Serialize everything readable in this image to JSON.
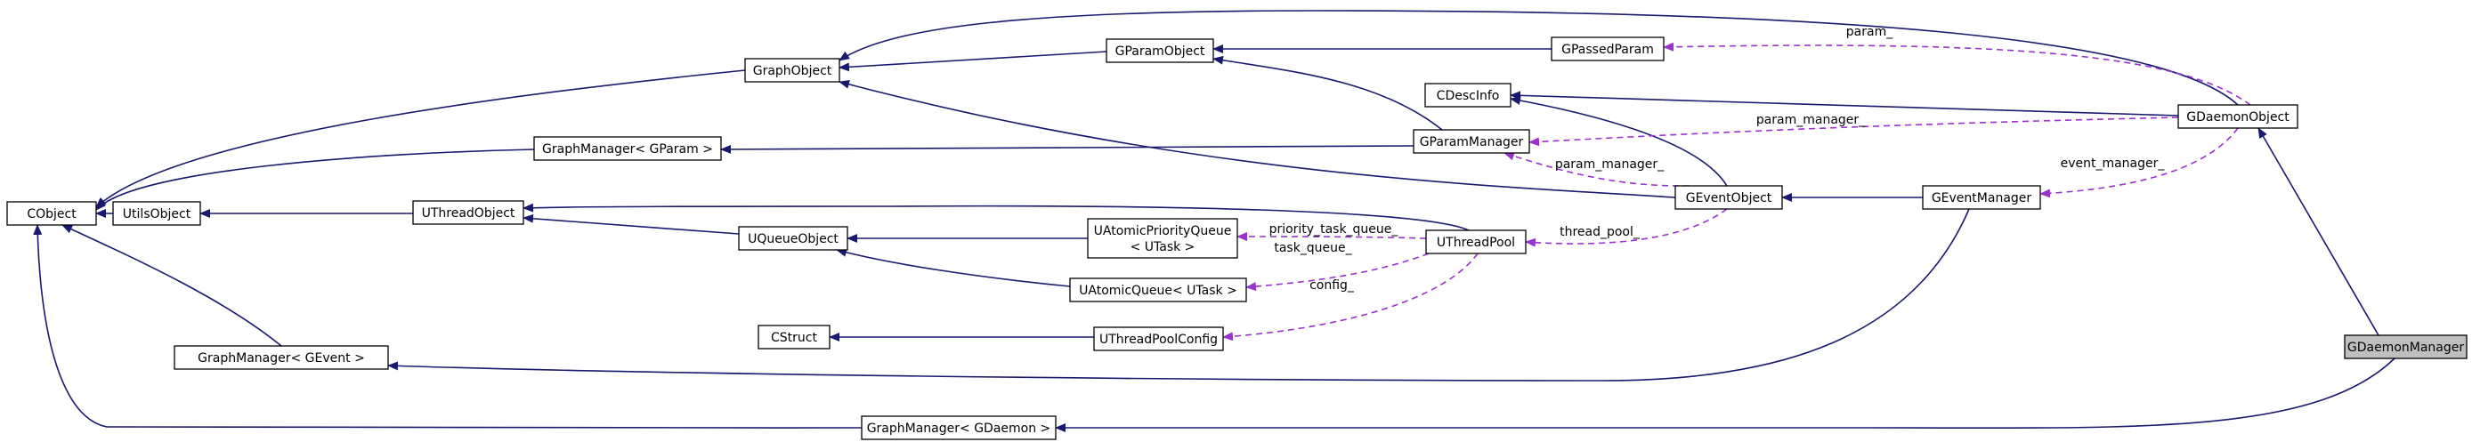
{
  "colors": {
    "inherit_edge": "#191970",
    "usage_edge": "#9a32cd",
    "focus_fill": "#bfbfbf",
    "node_fill": "#ffffff"
  },
  "nodes": [
    {
      "id": "cobject",
      "lines": [
        "CObject"
      ]
    },
    {
      "id": "utilsobject",
      "lines": [
        "UtilsObject"
      ]
    },
    {
      "id": "graphobject",
      "lines": [
        "GraphObject"
      ]
    },
    {
      "id": "gparamobject",
      "lines": [
        "GParamObject"
      ]
    },
    {
      "id": "gpassedparam",
      "lines": [
        "GPassedParam"
      ]
    },
    {
      "id": "cdescinfo",
      "lines": [
        "CDescInfo"
      ]
    },
    {
      "id": "gdaemonobject",
      "lines": [
        "GDaemonObject"
      ]
    },
    {
      "id": "graphmanager_gparam",
      "lines": [
        "GraphManager< GParam >"
      ]
    },
    {
      "id": "gparammanager",
      "lines": [
        "GParamManager"
      ]
    },
    {
      "id": "uthreadobject",
      "lines": [
        "UThreadObject"
      ]
    },
    {
      "id": "uqueueobject",
      "lines": [
        "UQueueObject"
      ]
    },
    {
      "id": "uatomicpriorityqueue",
      "lines": [
        "UAtomicPriorityQueue",
        "< UTask >"
      ]
    },
    {
      "id": "uthreadpool",
      "lines": [
        "UThreadPool"
      ]
    },
    {
      "id": "geventobject",
      "lines": [
        "GEventObject"
      ]
    },
    {
      "id": "geventmanager",
      "lines": [
        "GEventManager"
      ]
    },
    {
      "id": "uatomicqueue",
      "lines": [
        "UAtomicQueue< UTask >"
      ]
    },
    {
      "id": "cstruct",
      "lines": [
        "CStruct"
      ]
    },
    {
      "id": "uthreadpoolconfig",
      "lines": [
        "UThreadPoolConfig"
      ]
    },
    {
      "id": "graphmanager_gevent",
      "lines": [
        "GraphManager< GEvent >"
      ]
    },
    {
      "id": "graphmanager_gdaemon",
      "lines": [
        "GraphManager< GDaemon >"
      ]
    },
    {
      "id": "gdaemonmanager",
      "lines": [
        "GDaemonManager"
      ],
      "focus": true
    }
  ],
  "edges": [
    {
      "from": "utilsobject",
      "to": "cobject",
      "kind": "inherit"
    },
    {
      "from": "graphobject",
      "to": "cobject",
      "kind": "inherit"
    },
    {
      "from": "graphmanager_gparam",
      "to": "cobject",
      "kind": "inherit"
    },
    {
      "from": "graphmanager_gevent",
      "to": "cobject",
      "kind": "inherit"
    },
    {
      "from": "graphmanager_gdaemon",
      "to": "cobject",
      "kind": "inherit"
    },
    {
      "from": "uthreadobject",
      "to": "utilsobject",
      "kind": "inherit"
    },
    {
      "from": "gparamobject",
      "to": "graphobject",
      "kind": "inherit"
    },
    {
      "from": "gdaemonobject",
      "to": "graphobject",
      "kind": "inherit"
    },
    {
      "from": "geventobject",
      "to": "graphobject",
      "kind": "inherit"
    },
    {
      "from": "gpassedparam",
      "to": "gparamobject",
      "kind": "inherit"
    },
    {
      "from": "gparammanager",
      "to": "gparamobject",
      "kind": "inherit"
    },
    {
      "from": "gparammanager",
      "to": "graphmanager_gparam",
      "kind": "inherit"
    },
    {
      "from": "gdaemonobject",
      "to": "cdescinfo",
      "kind": "inherit"
    },
    {
      "from": "geventobject",
      "to": "cdescinfo",
      "kind": "inherit"
    },
    {
      "from": "uqueueobject",
      "to": "uthreadobject",
      "kind": "inherit"
    },
    {
      "from": "uthreadpool",
      "to": "uthreadobject",
      "kind": "inherit"
    },
    {
      "from": "uatomicpriorityqueue",
      "to": "uqueueobject",
      "kind": "inherit"
    },
    {
      "from": "uatomicqueue",
      "to": "uqueueobject",
      "kind": "inherit"
    },
    {
      "from": "geventmanager",
      "to": "geventobject",
      "kind": "inherit"
    },
    {
      "from": "geventmanager",
      "to": "graphmanager_gevent",
      "kind": "inherit"
    },
    {
      "from": "uthreadpoolconfig",
      "to": "cstruct",
      "kind": "inherit"
    },
    {
      "from": "gdaemonmanager",
      "to": "gdaemonobject",
      "kind": "inherit"
    },
    {
      "from": "gdaemonmanager",
      "to": "graphmanager_gdaemon",
      "kind": "inherit"
    },
    {
      "from": "gdaemonobject",
      "to": "gpassedparam",
      "kind": "usage",
      "label": "param_"
    },
    {
      "from": "gdaemonobject",
      "to": "gparammanager",
      "kind": "usage",
      "label": "param_manager_"
    },
    {
      "from": "geventobject",
      "to": "gparammanager",
      "kind": "usage",
      "label": "param_manager_"
    },
    {
      "from": "gdaemonobject",
      "to": "geventmanager",
      "kind": "usage",
      "label": "event_manager_"
    },
    {
      "from": "geventobject",
      "to": "uthreadpool",
      "kind": "usage",
      "label": "thread_pool_"
    },
    {
      "from": "uthreadpool",
      "to": "uatomicpriorityqueue",
      "kind": "usage",
      "label": "priority_task_queue_"
    },
    {
      "from": "uthreadpool",
      "to": "uatomicqueue",
      "kind": "usage",
      "label": "task_queue_"
    },
    {
      "from": "uthreadpool",
      "to": "uthreadpoolconfig",
      "kind": "usage",
      "label": "config_"
    }
  ]
}
